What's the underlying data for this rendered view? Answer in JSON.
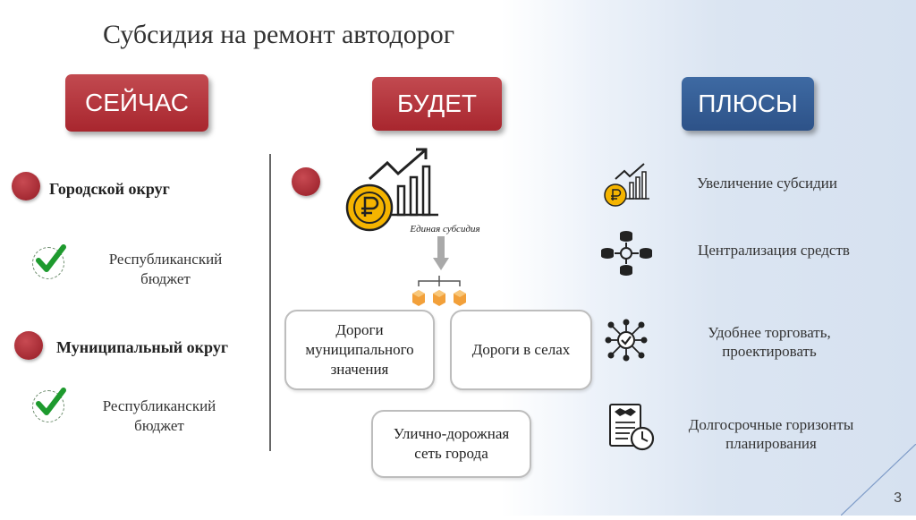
{
  "title": "Субсидия на ремонт автодорог",
  "headers": {
    "now": "СЕЙЧАС",
    "will_be": "БУДЕТ",
    "pluses": "ПЛЮСЫ"
  },
  "now": {
    "items": [
      {
        "label": "Городской округ",
        "budget": "Республиканский бюджет"
      },
      {
        "label": "Муниципальный округ",
        "budget": "Республиканский бюджет"
      }
    ]
  },
  "will_be": {
    "subsidy_caption": "Единая субсидия",
    "boxes": [
      "Дороги муниципального значения",
      "Дороги в селах",
      "Улично-дорожная сеть города"
    ]
  },
  "pluses": [
    {
      "text": "Увеличение субсидии",
      "icon": "chart-ruble-icon"
    },
    {
      "text": "Централизация средств",
      "icon": "database-network-icon"
    },
    {
      "text": "Удобнее торговать, проектировать",
      "icon": "network-check-icon"
    },
    {
      "text": "Долгосрочные горизонты планирования",
      "icon": "contract-clock-icon"
    }
  ],
  "colors": {
    "accent_red": "#a8262e",
    "accent_blue": "#2d5288",
    "check_green": "#1e9a2e"
  },
  "page_number": "3"
}
